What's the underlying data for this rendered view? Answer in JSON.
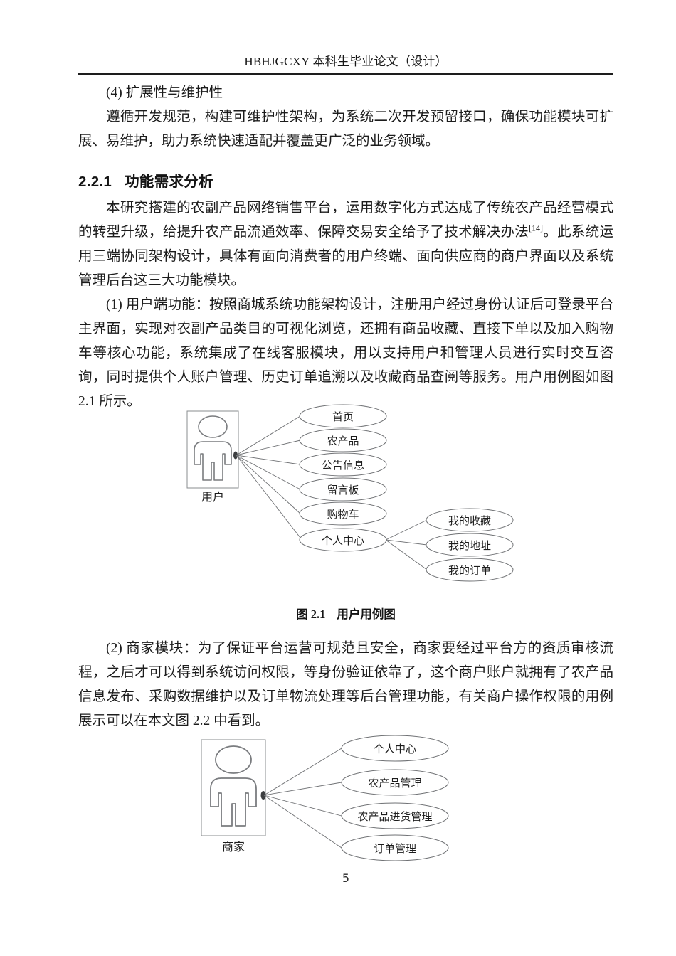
{
  "header": {
    "running_title": "HBHJGCXY 本科生毕业论文（设计）"
  },
  "body": {
    "item4_heading": "(4)  扩展性与维护性",
    "item4_paragraph": "遵循开发规范，构建可维护性架构，为系统二次开发预留接口，确保功能模块可扩展、易维护，助力系统快速适配并覆盖更广泛的业务领域。",
    "section_number": "2.2.1",
    "section_title": "功能需求分析",
    "overview_paragraph_part1": "本研究搭建的农副产品网络销售平台，运用数字化方式达成了传统农产品经营模式的转型升级，给提升农产品流通效率、保障交易安全给予了技术解决办法",
    "overview_citation": "[14]",
    "overview_paragraph_part2": "。此系统运用三端协同架构设计，具体有面向消费者的用户终端、面向供应商的商户界面以及系统管理后台这三大功能模块。",
    "user_paragraph": "(1)  用户端功能：按照商城系统功能架构设计，注册用户经过身份认证后可登录平台主界面，实现对农副产品类目的可视化浏览，还拥有商品收藏、直接下单以及加入购物车等核心功能，系统集成了在线客服模块，用以支持用户和管理人员进行实时交互咨询，同时提供个人账户管理、历史订单追溯以及收藏商品查阅等服务。用户用例图如图 2.1 所示。",
    "merchant_paragraph": "(2)  商家模块：为了保证平台运营可规范且安全，商家要经过平台方的资质审核流程，之后才可以得到系统访问权限，等身份验证依靠了，这个商户账户就拥有了农产品信息发布、采购数据维护以及订单物流处理等后台管理功能，有关商户操作权限的用例展示可以在本文图 2.2 中看到。"
  },
  "figure1": {
    "caption_number": "图 2.1",
    "caption_title": "用户用例图",
    "actor_label": "用户",
    "use_cases": [
      "首页",
      "农产品",
      "公告信息",
      "留言板",
      "购物车",
      "个人中心"
    ],
    "sub_use_cases": [
      "我的收藏",
      "我的地址",
      "我的订单"
    ]
  },
  "figure2": {
    "actor_label": "商家",
    "use_cases": [
      "个人中心",
      "农产品管理",
      "农产品进货管理",
      "订单管理"
    ]
  },
  "footer": {
    "page_number": "5"
  },
  "colors": {
    "text": "#1c1c1c",
    "rule": "#1d1d1d",
    "diagram_stroke": "#6f7174",
    "diagram_actor_stroke": "#7a7c7f"
  }
}
